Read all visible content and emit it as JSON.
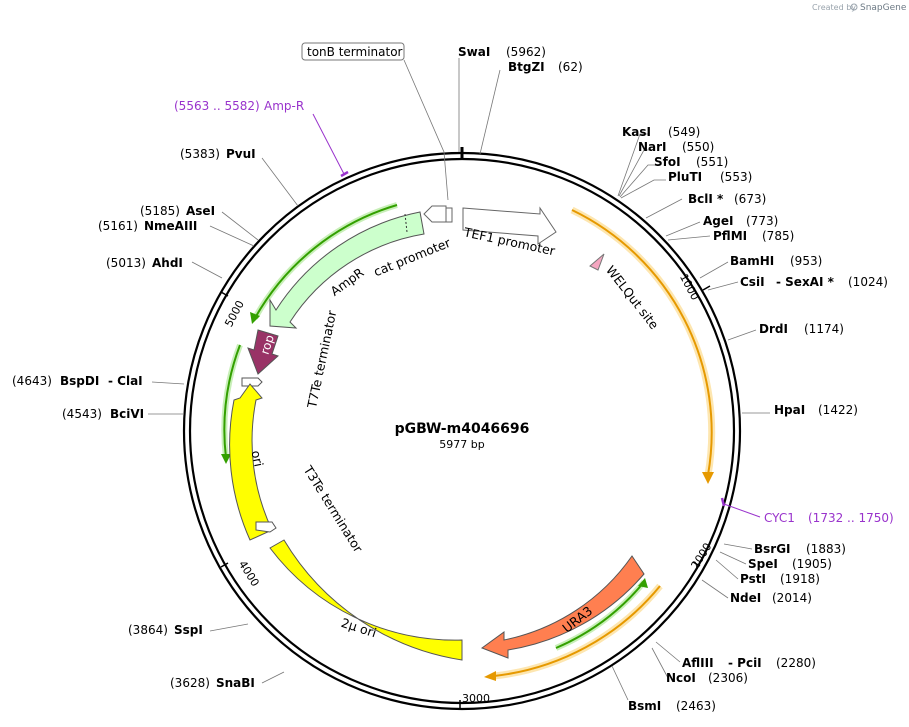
{
  "credit": {
    "prefix": "Created by",
    "brand": "SnapGene"
  },
  "plasmid": {
    "name": "pGBW-m4046696",
    "size_label": "5977 bp"
  },
  "ticks": [
    "1000",
    "2000",
    "3000",
    "4000",
    "5000"
  ],
  "sites": [
    {
      "name": "SwaI",
      "pos": "(5962)"
    },
    {
      "name": "BtgZI",
      "pos": "(62)"
    },
    {
      "name": "KasI",
      "pos": "(549)"
    },
    {
      "name": "NarI",
      "pos": "(550)"
    },
    {
      "name": "SfoI",
      "pos": "(551)"
    },
    {
      "name": "PluTI",
      "pos": "(553)"
    },
    {
      "name": "BclI *",
      "pos": "(673)"
    },
    {
      "name": "AgeI",
      "pos": "(773)"
    },
    {
      "name": "PflMI",
      "pos": "(785)"
    },
    {
      "name": "BamHI",
      "pos": "(953)"
    },
    {
      "name": "CsiI",
      "name2": "- SexAI *",
      "pos": "(1024)"
    },
    {
      "name": "DrdI",
      "pos": "(1174)"
    },
    {
      "name": "HpaI",
      "pos": "(1422)"
    },
    {
      "name": "BsrGI",
      "pos": "(1883)"
    },
    {
      "name": "SpeI",
      "pos": "(1905)"
    },
    {
      "name": "PstI",
      "pos": "(1918)"
    },
    {
      "name": "NdeI",
      "pos": "(2014)"
    },
    {
      "name": "AflIII",
      "name2": "- PciI",
      "pos": "(2280)"
    },
    {
      "name": "NcoI",
      "pos": "(2306)"
    },
    {
      "name": "BsmI",
      "pos": "(2463)"
    },
    {
      "name": "SnaBI",
      "pos": "(3628)"
    },
    {
      "name": "SspI",
      "pos": "(3864)"
    },
    {
      "name": "BciVI",
      "pos": "(4543)"
    },
    {
      "name": "BspDI",
      "name2": "- ClaI",
      "pos": "(4643)"
    },
    {
      "name": "AhdI",
      "pos": "(5013)"
    },
    {
      "name": "NmeAIII",
      "pos": "(5161)"
    },
    {
      "name": "AseI",
      "pos": "(5185)"
    },
    {
      "name": "PvuI",
      "pos": "(5383)"
    }
  ],
  "primers": [
    {
      "name": "Amp-R",
      "range": "(5563 .. 5582)",
      "color": "#9933cc"
    },
    {
      "name": "CYC1",
      "range": "(1732 .. 1750)",
      "color": "#9933cc"
    }
  ],
  "features": {
    "tonb": "tonB terminator",
    "tef1": "TEF1 promoter",
    "welqut": "WELQut site",
    "ura3": "URA3",
    "two_mu": "2μ ori",
    "t3te": "T3Te terminator",
    "ori": "ori",
    "t7te": "T7Te terminator",
    "rop": "rop",
    "ampr": "AmpR",
    "cat": "cat promoter"
  },
  "colors": {
    "orange": "#e69900",
    "green": "#33a000",
    "yellow": "#ffff00",
    "ampr_fill": "#ccffcc",
    "rop_fill": "#993366",
    "ura3_fill": "#ff7f50",
    "purple": "#9933cc"
  }
}
